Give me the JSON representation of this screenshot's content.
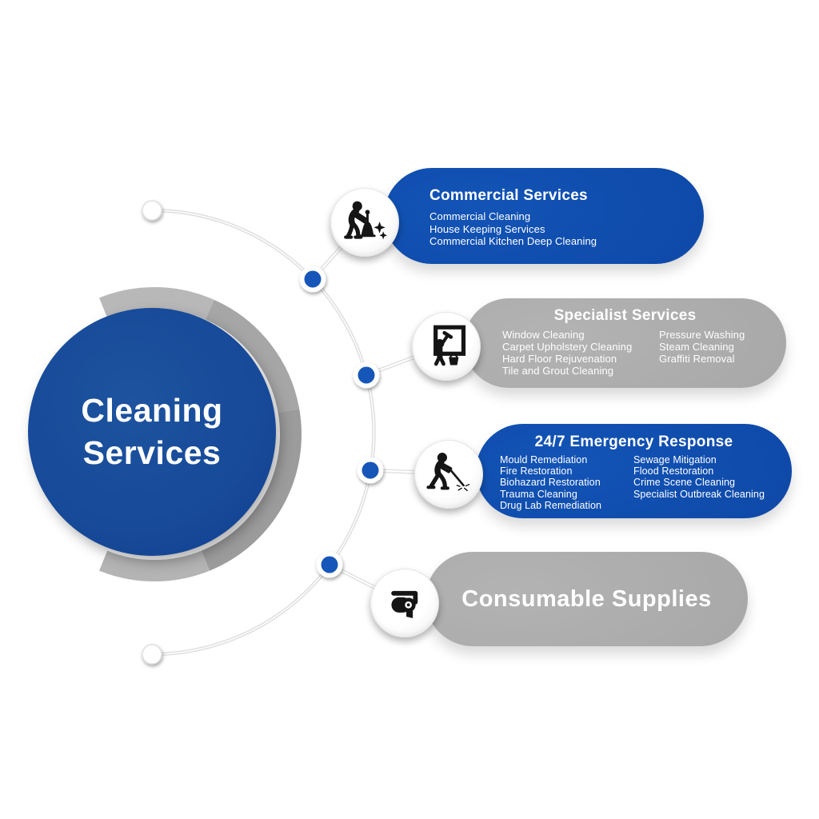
{
  "center": {
    "title_line1": "Cleaning",
    "title_line2": "Services"
  },
  "branches": [
    {
      "label": "Commercial Services",
      "style": "blue",
      "icon": "sweeping-person-icon",
      "items_col1": [
        "Commercial Cleaning",
        "House Keeping Services",
        "Commercial Kitchen Deep Cleaning"
      ],
      "items_col2": []
    },
    {
      "label": "Specialist Services",
      "style": "gray",
      "icon": "window-cleaner-icon",
      "items_col1": [
        "Window Cleaning",
        "Carpet Upholstery Cleaning",
        "Hard Floor Rejuvenation",
        "Tile and Grout Cleaning"
      ],
      "items_col2": [
        "Pressure Washing",
        "Steam Cleaning",
        "Graffiti Removal"
      ]
    },
    {
      "label": "24/7 Emergency Response",
      "style": "blue",
      "icon": "pressure-washing-person-icon",
      "items_col1": [
        "Mould Remediation",
        "Fire Restoration",
        "Biohazard Restoration",
        "Trauma Cleaning",
        "Drug Lab Remediation"
      ],
      "items_col2": [
        "Sewage Mitigation",
        "Flood Restoration",
        "Crime Scene Cleaning",
        "Specialist Outbreak Cleaning"
      ]
    },
    {
      "label": "Consumable Supplies",
      "style": "gray",
      "icon": "toilet-paper-roll-icon",
      "items_col1": [],
      "items_col2": []
    }
  ],
  "colors": {
    "brand_blue": "#0f4aa9",
    "brand_gray": "#a9a9a9",
    "node_blue": "#1656b8",
    "icon_black": "#151515",
    "background": "#ffffff"
  }
}
